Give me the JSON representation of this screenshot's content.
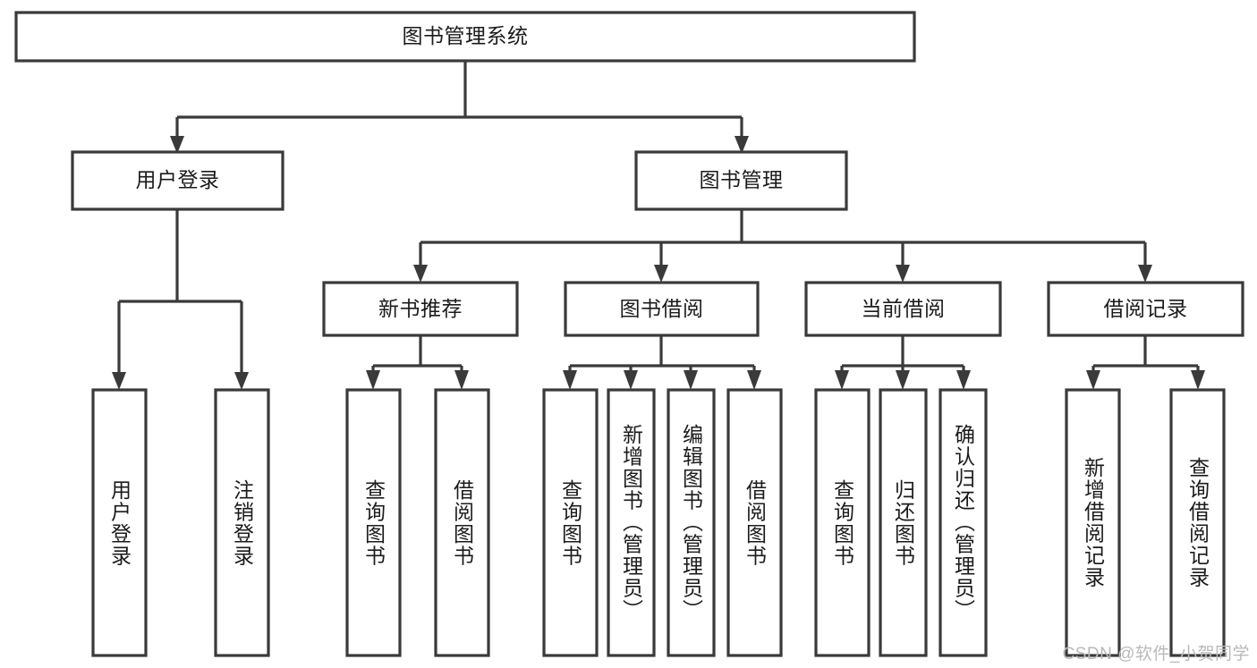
{
  "diagram": {
    "title_node": {
      "label": "图书管理系统"
    },
    "level2": [
      {
        "key": "user_login",
        "label": "用户登录"
      },
      {
        "key": "book_manage",
        "label": "图书管理"
      }
    ],
    "level3": [
      {
        "key": "new_book_rec",
        "label": "新书推荐"
      },
      {
        "key": "book_borrow",
        "label": "图书借阅"
      },
      {
        "key": "current_borrow",
        "label": "当前借阅"
      },
      {
        "key": "borrow_record",
        "label": "借阅记录"
      }
    ],
    "leaves": [
      {
        "key": "leaf-user-login",
        "label": "用户登录"
      },
      {
        "key": "leaf-logout-login",
        "label": "注销登录"
      },
      {
        "key": "leaf-query-book-1",
        "label": "查询图书"
      },
      {
        "key": "leaf-borrow-book-1",
        "label": "借阅图书"
      },
      {
        "key": "leaf-query-book-2",
        "label": "查询图书"
      },
      {
        "key": "leaf-add-book-admin",
        "label": "新增图书（管理员）"
      },
      {
        "key": "leaf-edit-book-admin",
        "label": "编辑图书（管理员）"
      },
      {
        "key": "leaf-borrow-book-2",
        "label": "借阅图书"
      },
      {
        "key": "leaf-query-book-3",
        "label": "查询图书"
      },
      {
        "key": "leaf-return-book",
        "label": "归还图书"
      },
      {
        "key": "leaf-confirm-return-admin",
        "label": "确认归还（管理员）"
      },
      {
        "key": "leaf-add-borrow-record",
        "label": "新增借阅记录"
      },
      {
        "key": "leaf-query-borrow-record",
        "label": "查询借阅记录"
      }
    ],
    "watermark": "CSDN @软件_小贺同学",
    "colors": {
      "background": "#ffffff",
      "node_fill": "#ffffff",
      "stroke": "#3a3a3a",
      "text": "#1b1b1b",
      "watermark": "#b9b9b9"
    }
  }
}
